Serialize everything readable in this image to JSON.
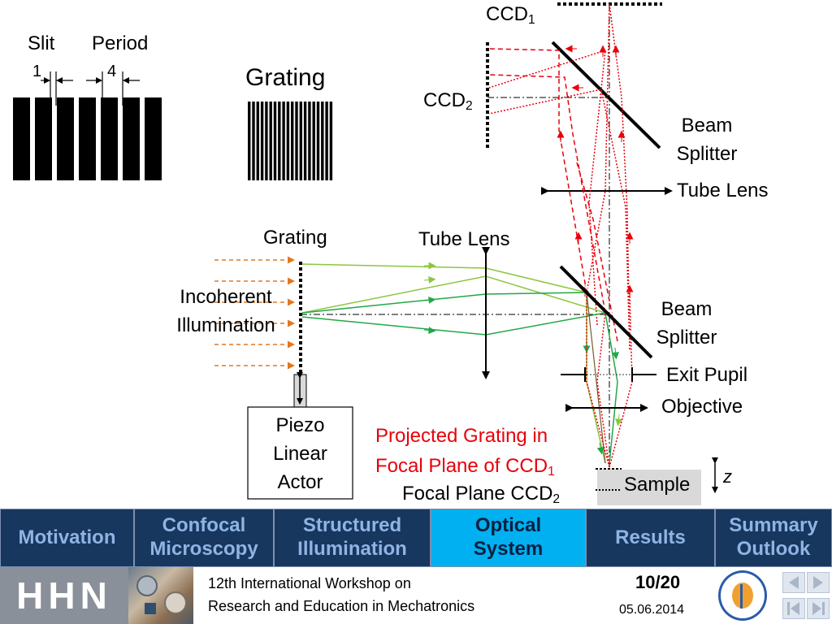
{
  "labels": {
    "slit": "Slit",
    "slit_value": "1",
    "period": "Period",
    "period_value": "4",
    "grating_top": "Grating",
    "ccd1": "CCD",
    "ccd1_sub": "1",
    "ccd2": "CCD",
    "ccd2_sub": "2",
    "beam_splitter_top_1": "Beam",
    "beam_splitter_top_2": "Splitter",
    "tube_lens_top": "Tube Lens",
    "grating_mid": "Grating",
    "tube_lens_mid": "Tube Lens",
    "incoherent_1": "Incoherent",
    "incoherent_2": "Illumination",
    "beam_splitter_bottom_1": "Beam",
    "beam_splitter_bottom_2": "Splitter",
    "exit_pupil": "Exit Pupil",
    "objective": "Objective",
    "piezo_1": "Piezo",
    "piezo_2": "Linear",
    "piezo_3": "Actor",
    "projected_1": "Projected Grating in",
    "projected_2": "Focal Plane of CCD",
    "projected_2_sub": "1",
    "focal_plane": "Focal Plane CCD",
    "focal_plane_sub": "2",
    "sample": "Sample",
    "z_axis": "z"
  },
  "nav": {
    "tabs": [
      {
        "label": "Motivation"
      },
      {
        "label": "Confocal\nMicroscopy"
      },
      {
        "label": "Structured\nIllumination"
      },
      {
        "label": "Optical\nSystem"
      },
      {
        "label": "Results"
      },
      {
        "label": "Summary\nOutlook"
      }
    ],
    "active_index": 3
  },
  "footer": {
    "logo_text": "HHN",
    "workshop_line1": "12th International Workshop on",
    "workshop_line2": "Research and Education in Mechatronics",
    "page": "10/20",
    "date": "05.06.2014"
  },
  "colors": {
    "nav_bg": "#17375e",
    "nav_text": "#8fb4e3",
    "nav_active_bg": "#00b0f0",
    "ray_red": "#e8000b",
    "ray_green": "#22a847",
    "ray_light_green": "#8cc63f",
    "illumination_orange": "#e07820"
  }
}
